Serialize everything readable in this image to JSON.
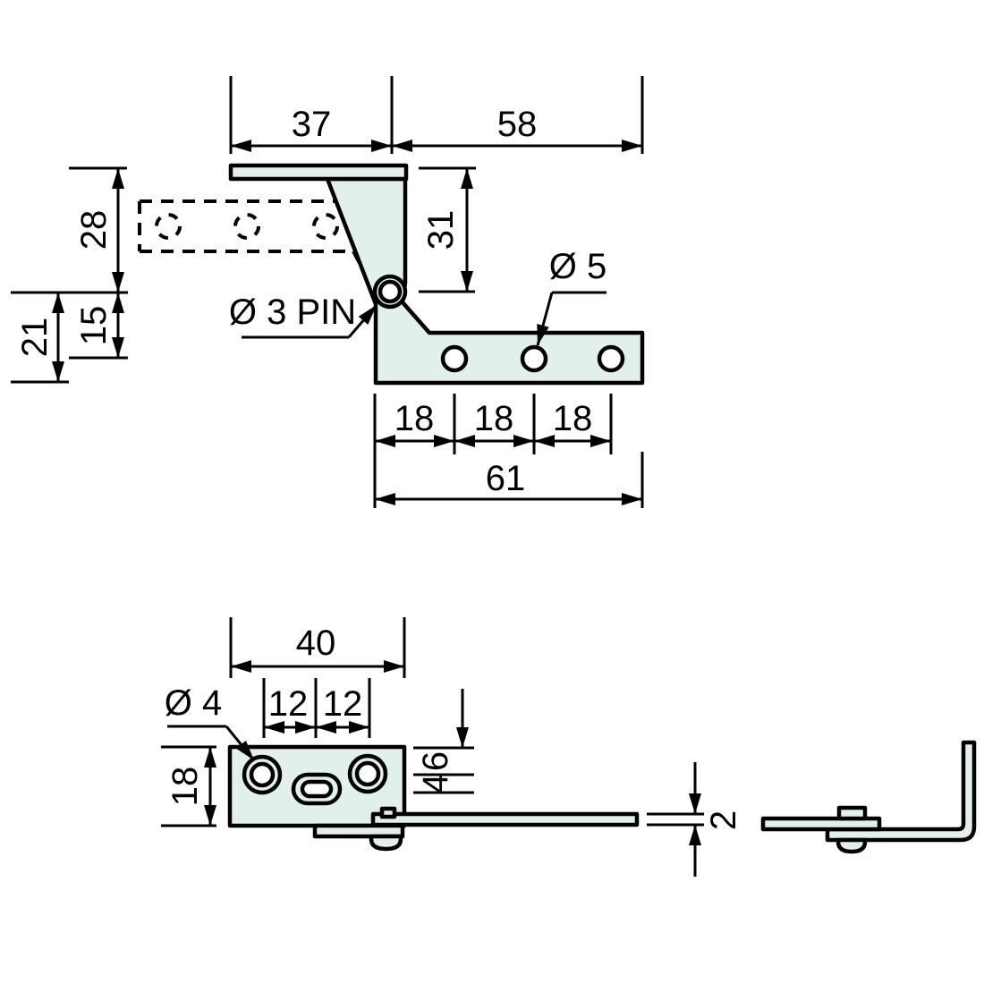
{
  "colors": {
    "part_fill": "#e1efed",
    "hole_fill": "#ffffff",
    "line": "#000000",
    "background": "#ffffff"
  },
  "top_view": {
    "dim_37": "37",
    "dim_58": "58",
    "dim_31": "31",
    "dim_28": "28",
    "dim_15": "15",
    "dim_21": "21",
    "pin_label": "Ø 3 PIN",
    "hole_dia": "Ø 5",
    "pitch_1": "18",
    "pitch_2": "18",
    "pitch_3": "18",
    "overall": "61"
  },
  "front_view": {
    "width": "40",
    "pitch_left": "12",
    "pitch_right": "12",
    "hole_dia": "Ø 4",
    "height": "18",
    "edge_dist": "6",
    "slot_dist": "4",
    "thickness": "2"
  }
}
